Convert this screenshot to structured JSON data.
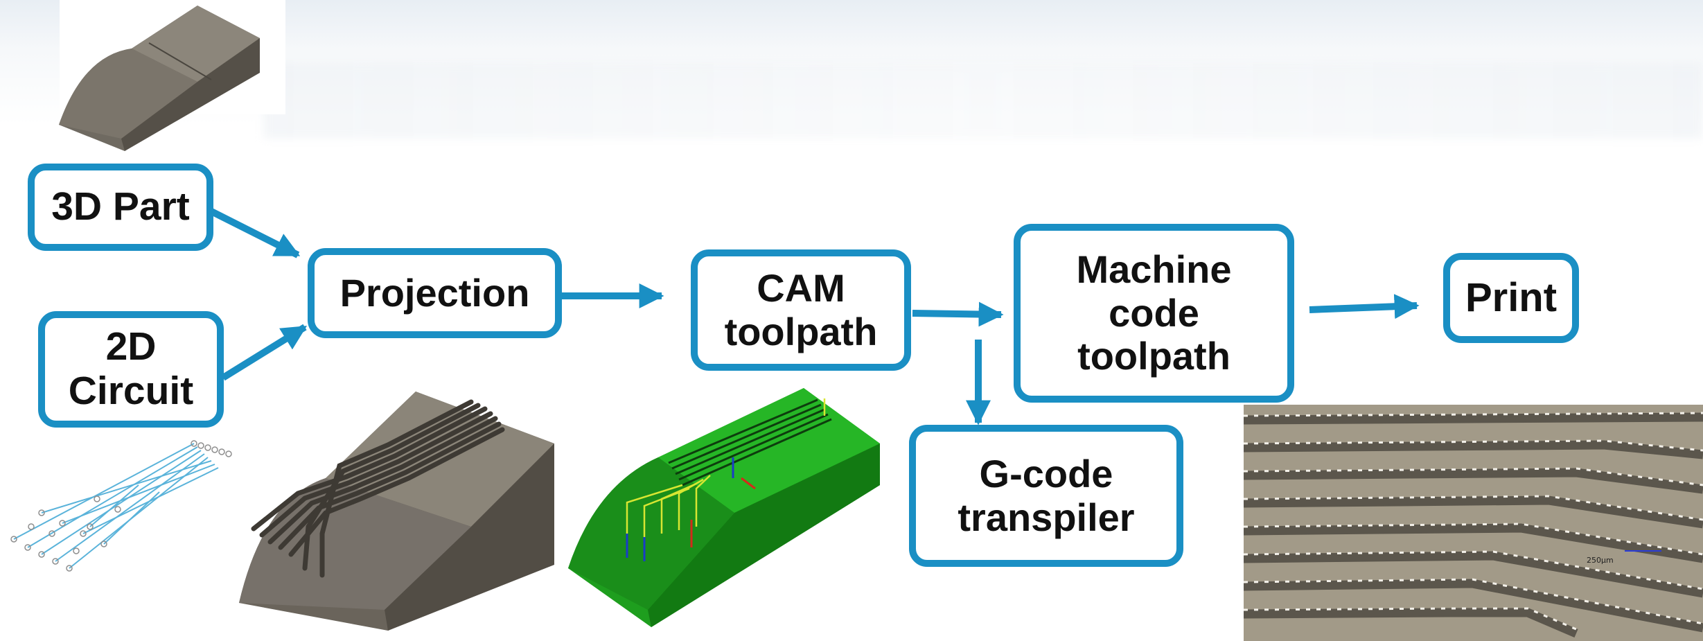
{
  "diagram": {
    "nodes": {
      "part3d": "3D Part",
      "circuit2d": "2D\nCircuit",
      "projection": "Projection",
      "cam": "CAM\ntoolpath",
      "machine": "Machine\ncode\ntoolpath",
      "gcode": "G-code\ntranspiler",
      "print": "Print"
    },
    "photo_scale_label": "250µm"
  },
  "colors": {
    "accent": "#1a8fc4",
    "part_body": "#6a645b",
    "cam_green": "#1e9e1e"
  }
}
